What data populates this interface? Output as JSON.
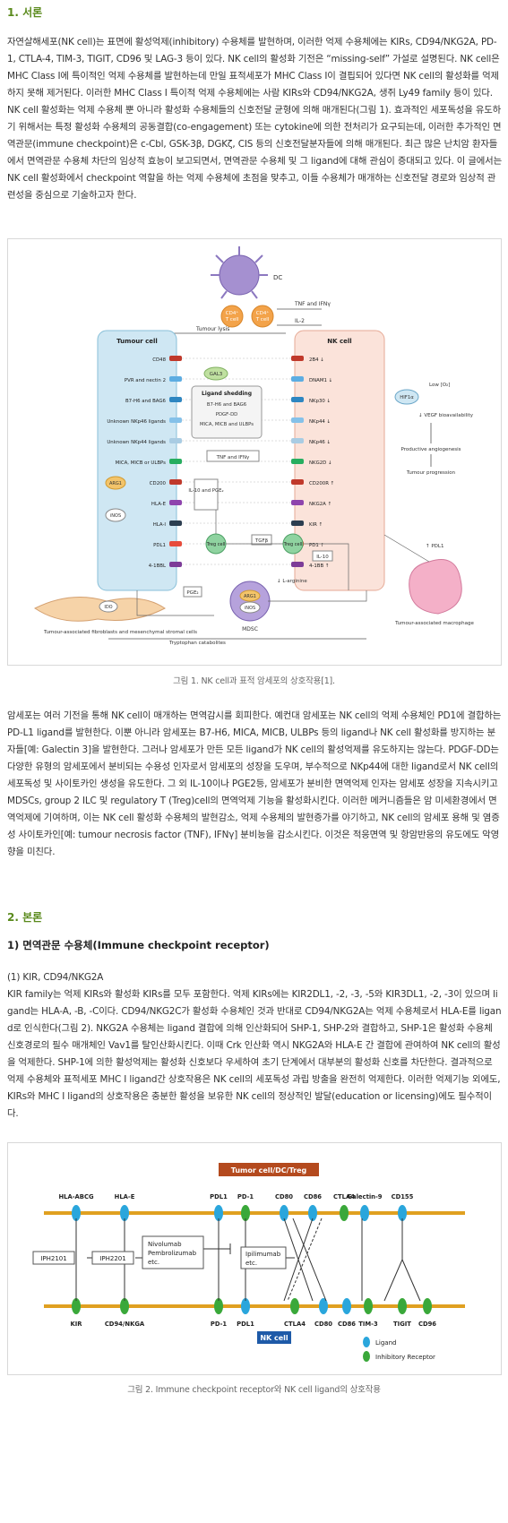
{
  "section1": {
    "title": "1. 서론",
    "para1": "자연살해세포(NK cell)는 표면에 활성억제(inhibitory) 수용체를 발현하며, 이러한 억제 수용체에는 KIRs, CD94/NKG2A, PD-1, CTLA-4, TIM-3, TIGIT, CD96 및 LAG-3 등이 있다. NK cell의 활성화 기전은 “missing-self” 가설로 설명된다. NK cell은 MHC Class I에 특이적인 억제 수용체를 발현하는데 만일 표적세포가 MHC Class I이 결핍되어 있다면 NK cell의 활성화를 억제하지 못해 제거된다. 이러한 MHC Class I 특이적 억제 수용체에는 사람 KIRs와 CD94/NKG2A, 생쥐 Ly49 family 등이 있다. NK cell 활성화는 억제 수용체 뿐 아니라 활성화 수용체들의 신호전달 균형에 의해 매개된다(그림 1). 효과적인 세포독성을 유도하기 위해서는 특정 활성화 수용체의 공동결합(co-engagement) 또는 cytokine에 의한 전처리가 요구되는데, 이러한 추가적인 면역관문(immune checkpoint)은 c-Cbl, GSK-3β, DGKζ, CIS 등의 신호전달분자들에 의해 매개된다. 최근 많은 난치암 환자들에서 면역관문 수용체 차단의 임상적 효능이 보고되면서, 면역관문 수용체 및 그 ligand에 대해 관심이 증대되고 있다. 이 글에서는 NK cell 활성화에서 checkpoint 역할을 하는 억제 수용체에 초점을 맞추고, 이들 수용체가 매개하는 신호전달 경로와 임상적 관련성을 중심으로 기술하고자 한다.",
    "para2": "암세포는 여러 기전을 통해 NK cell이 매개하는 면역감시를 회피한다. 예컨대 암세포는 NK cell의 억제 수용체인 PD1에 결합하는 PD-L1 ligand를 발현한다. 이뿐 아니라 암세포는 B7-H6, MICA, MICB, ULBPs 등의 ligand나 NK cell 활성화를 방지하는 분자들[예: Galectin 3]을 발현한다. 그러나 암세포가 만든 모든 ligand가 NK cell의 활성억제를 유도하지는 않는다. PDGF-DD는 다양한 유형의 암세포에서 분비되는 수용성 인자로서 암세포의 성장을 도우며, 부수적으로 NKp44에 대한 ligand로서 NK cell의 세포독성 및 사이토카인 생성을 유도한다. 그 외 IL-10이나 PGE2등, 암세포가 분비한 면역억제 인자는 암세포 성장을 지속시키고 MDSCs, group 2 ILC 및 regulatory T (Treg)cell의 면역억제 기능을 활성화시킨다. 이러한 메커니즘들은 암 미세환경에서 면역억제에 기여하며, 이는 NK cell 활성화 수용체의 발현감소, 억제 수용체의 발현증가를 야기하고, NK cell의 암세포 용해 및 염증성 사이토카인[예: tumour necrosis factor (TNF), IFNγ] 분비능을 감소시킨다. 이것은 적응면역 및 항암반응의 유도에도 악영향을 미친다."
  },
  "figure1": {
    "caption": "그림 1. NK cell과 표적 암세포의 상호작용[1].",
    "dc": "DC",
    "cd4_label": "CD4⁺",
    "t_cell": "T cell",
    "tnf_ifn_top": "TNF and IFNγ",
    "il2": "IL-2",
    "tumour_lysis": "Tumour lysis",
    "tumour_cell": "Tumour cell",
    "nk_cell": "NK cell",
    "left_labels": [
      "CD48",
      "PVR and nectin 2",
      "B7-H6 and BAG6",
      "Unknown NKp46 ligands",
      "Unknown NKp44 ligands",
      "MICA, MICB or ULBPs",
      "CD200",
      "HLA-E",
      "HLA-I",
      "PDL1",
      "4-1BBL"
    ],
    "right_labels": [
      "2B4 ↓",
      "DNAM1 ↓",
      "NKp30 ↓",
      "NKp44 ↓",
      "NKp46 ↓",
      "NKG2D ↓",
      "CD200R ↑",
      "NKG2A ↑",
      "KIR ↑",
      "PD1 ↑",
      "4-1BB ↑"
    ],
    "gal3": "GAL3",
    "shedding_title": "Ligand shedding",
    "shedding_items": [
      "B7-H6 and BAG6",
      "PDGF-DD",
      "MICA, MICB and ULBPs"
    ],
    "tnf_ifn_mid": "TNF and IFNγ",
    "il10_pge2": "IL-10 and PGE₂",
    "arg1": "ARG1",
    "inos": "iNOS",
    "hif1a": "HIF1α",
    "low_o2": "Low [O₂]",
    "vegf": "↓ VEGF bioavailability",
    "angio": "Productive angiogenesis",
    "progression": "Tumour progression",
    "treg": "Treg cell",
    "tgfb": "TGFβ",
    "il10": "IL-10",
    "pge2": "PGE₂",
    "arginine": "↓ L-arginine",
    "ido": "IDO",
    "mdsc": "MDSC",
    "fibro": "Tumour-associated fibroblasts and mesenchymal stromal cells",
    "trypt": "Tryptophan catabolites",
    "pdl1_macro": "↑ PDL1",
    "macro": "Tumour-associated macrophage"
  },
  "section2": {
    "title": "2. 본론",
    "subtitle": "1) 면역관문 수용체(Immune checkpoint receptor)",
    "item_title": "(1) KIR, CD94/NKG2A",
    "para": "KIR family는 억제 KIRs와 활성화 KIRs를 모두 포함한다. 억제 KIRs에는 KIR2DL1, -2, -3, -5와 KIR3DL1, -2, -3이 있으며 ligand는 HLA-A, -B, -C이다. CD94/NKG2C가 활성화 수용체인 것과 반대로 CD94/NKG2A는 억제 수용체로서 HLA-E를 ligand로 인식한다(그림 2). NKG2A 수용체는 ligand 결합에 의해 인산화되어 SHP-1, SHP-2와 결합하고, SHP-1은 활성화 수용체 신호경로의 필수 매개체인 Vav1를 탈인산화시킨다. 이때 Crk 인산화 역시 NKG2A와 HLA-E 간 결합에 관여하여 NK cell의 활성을 억제한다. SHP-1에 의한 활성억제는 활성화 신호보다 우세하여 초기 단계에서 대부분의 활성화 신호를 차단한다. 결과적으로 억제 수용체와 표적세포 MHC I ligand간 상호작용은 NK cell의 세포독성 과립 방출을 완전히 억제한다. 이러한 억제기능 외에도, KIRs와 MHC I ligand의 상호작용은 충분한 활성을 보유한 NK cell의 정상적인 발달(education or licensing)에도 필수적이다."
  },
  "figure2": {
    "caption": "그림 2. Immune checkpoint receptor와 NK cell ligand의 상호작용",
    "banner": "Tumor cell/DC/Treg",
    "nk_banner": "NK cell",
    "top_labels": [
      "HLA-ABCG",
      "HLA-E",
      "PDL1",
      "PD-1",
      "CD80",
      "CD86",
      "CTLA4",
      "Galectin-9",
      "CD155"
    ],
    "bottom_labels": [
      "KIR",
      "CD94/NKGA",
      "PD-1",
      "PDL1",
      "CTLA4",
      "CD80",
      "CD86",
      "TIM-3",
      "TIGIT",
      "CD96"
    ],
    "drug1": "IPH2101",
    "drug2": "IPH2201",
    "drug3": "Nivolumab Pembrolizumab etc.",
    "drug3_lines": [
      "Nivolumab",
      "Pembrolizumab",
      "etc."
    ],
    "drug4_lines": [
      "Ipilimumab",
      "etc."
    ],
    "legend_ligand": "Ligand",
    "legend_receptor": "Inhibitory Receptor",
    "colors": {
      "ligand": "#2aa6dc",
      "receptor": "#3aa83a",
      "membrane": "#e0a020",
      "banner": "#b44a1e",
      "nk_banner": "#1e5aa8"
    }
  }
}
